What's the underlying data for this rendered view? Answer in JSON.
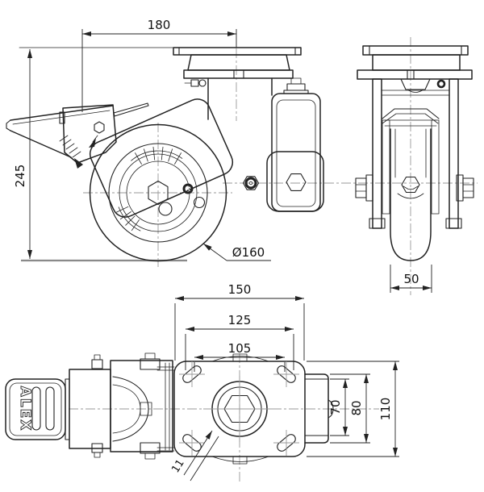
{
  "labels": {
    "brand": "ALEX"
  },
  "dimensions": {
    "side_view": {
      "top_offset": "180",
      "overall_height": "245",
      "wheel_diameter": "Ø160"
    },
    "front_view": {
      "wheel_width": "50"
    },
    "plan_view": {
      "plate_length": "150",
      "slot_outer_span": "125",
      "slot_inner_span": "105",
      "hub_width": "70",
      "drum_width": "80",
      "plate_width": "110",
      "slot_width": "11"
    }
  }
}
